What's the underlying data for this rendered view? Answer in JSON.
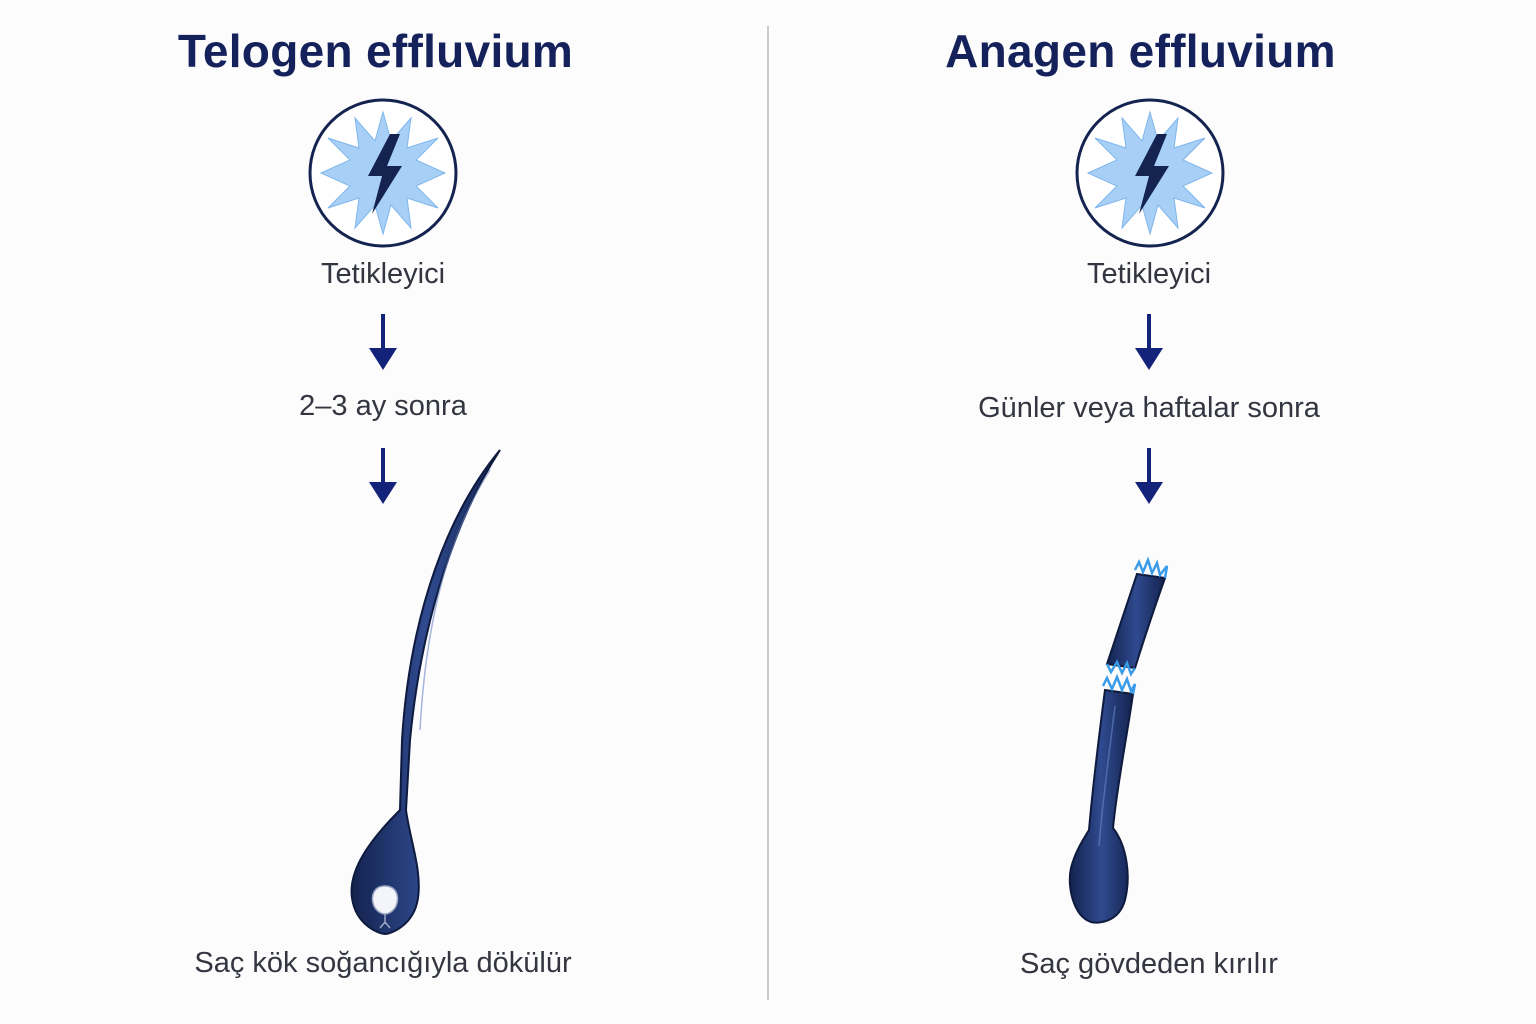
{
  "colors": {
    "title": "#14215a",
    "arrow": "#14237a",
    "hair_dark": "#14234f",
    "hair_mid": "#2f4a8f",
    "flash_light": "#a8d0f6",
    "break_highlight": "#3a9be8",
    "text": "#333640",
    "divider": "#c9cbd1"
  },
  "left_panel": {
    "title": "Telogen effluvium",
    "trigger_icon": "lightning-burst-icon",
    "trigger_label": "Tetikleyici",
    "delay_label": "2–3 ay sonra",
    "illustration": "hair-with-root-bulb",
    "outcome_label": "Saç kök soğancığıyla dökülür"
  },
  "right_panel": {
    "title": "Anagen effluvium",
    "trigger_icon": "lightning-burst-icon",
    "trigger_label": "Tetikleyici",
    "delay_label": "Günler veya haftalar sonra",
    "illustration": "broken-hair-shaft",
    "outcome_label": "Saç gövdeden kırılır"
  }
}
